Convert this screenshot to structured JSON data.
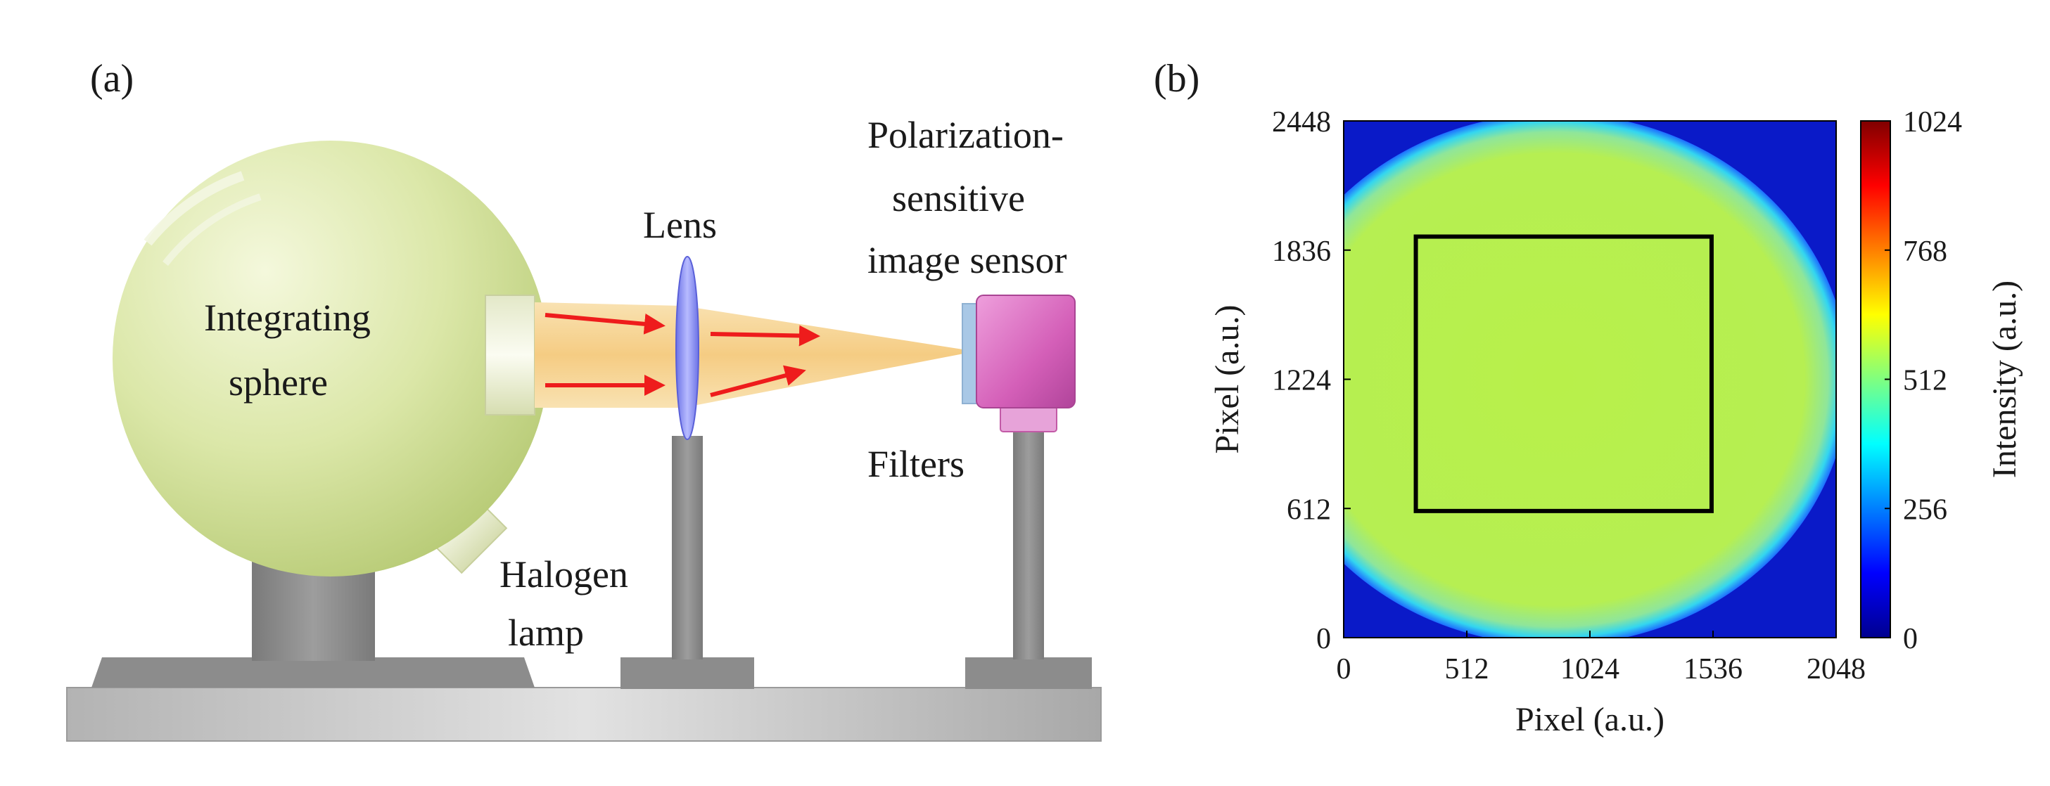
{
  "panel_a": {
    "panel_label": "(a)",
    "labels": {
      "integrating_sphere_line1": "Integrating",
      "integrating_sphere_line2": "sphere",
      "lens": "Lens",
      "sensor_line1": "Polarization-",
      "sensor_line2": "sensitive",
      "sensor_line3": "image sensor",
      "filters": "Filters",
      "halogen_line1": "Halogen",
      "halogen_line2": "lamp"
    },
    "colors": {
      "sphere": "#d9e6a6",
      "beam": "#f7d79c",
      "lens": "#8a8ff0",
      "arrow": "#ee1c1c",
      "sensor": "#d45fb8",
      "filter": "#a9c8e6",
      "stand": "#888888",
      "rail": "#bdbdbd"
    }
  },
  "panel_b": {
    "panel_label": "(b)",
    "chart_data": {
      "type": "heatmap",
      "xlabel": "Pixel (a.u.)",
      "ylabel": "Pixel (a.u.)",
      "xlim": [
        0,
        2048
      ],
      "ylim": [
        0,
        2448
      ],
      "x_ticks": [
        "0",
        "512",
        "1024",
        "1536",
        "2048"
      ],
      "y_ticks": [
        "0",
        "612",
        "1224",
        "1836",
        "2448"
      ],
      "colorbar": {
        "label": "Intensity (a.u.)",
        "range": [
          0,
          1024
        ],
        "ticks": [
          "0",
          "256",
          "512",
          "768",
          "1024"
        ]
      },
      "region_of_interest": {
        "x": [
          300,
          1530
        ],
        "y": [
          600,
          1900
        ]
      },
      "illuminated_disk": {
        "center": [
          880,
          1224
        ],
        "radius_x": 1220,
        "radius_y": 1260,
        "intensity": 600
      },
      "background_intensity": 20,
      "colormap": "jet"
    }
  }
}
